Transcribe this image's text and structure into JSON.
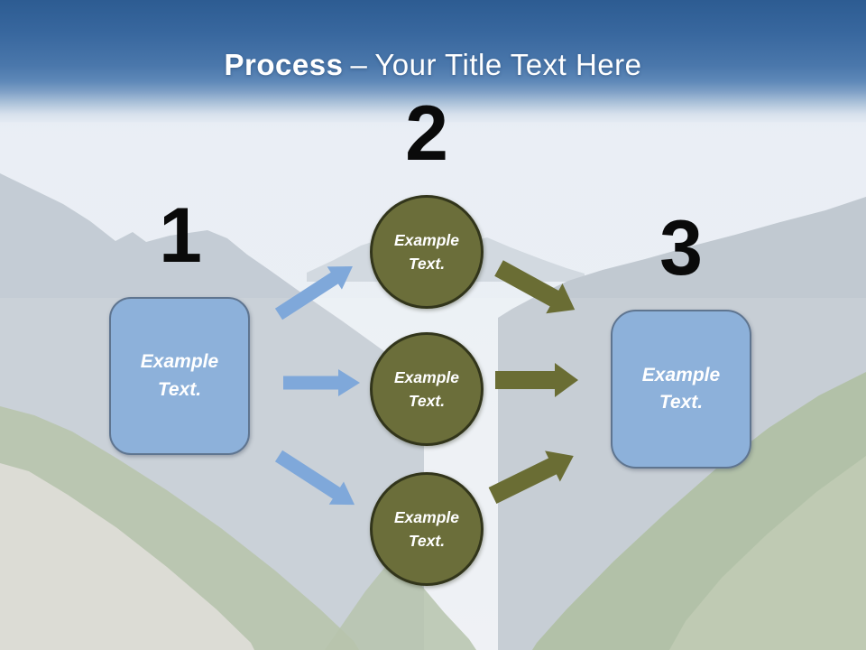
{
  "slide_title": {
    "emphasis": "Process",
    "dash": "–",
    "rest": "Your Title Text Here"
  },
  "process": {
    "start": {
      "number": "1",
      "label": "Example Text."
    },
    "middle": {
      "number": "2",
      "circle_labels": [
        "Example Text.",
        "Example Text.",
        "Example Text."
      ]
    },
    "end": {
      "number": "3",
      "label": "Example Text."
    }
  },
  "colors": {
    "header_top": "#2d5c92",
    "header_bottom": "#7fa0c6",
    "box_fill": "#8db1da",
    "box_border": "#5f7590",
    "circle_fill": "#6b6e3a",
    "circle_border": "#32351b",
    "arrow_blue": "#7fa8da",
    "arrow_olive": "#6a6d34",
    "title_text": "#ffffff",
    "number_text": "#0a0a0a",
    "shape_label_text": "#ffffff"
  }
}
